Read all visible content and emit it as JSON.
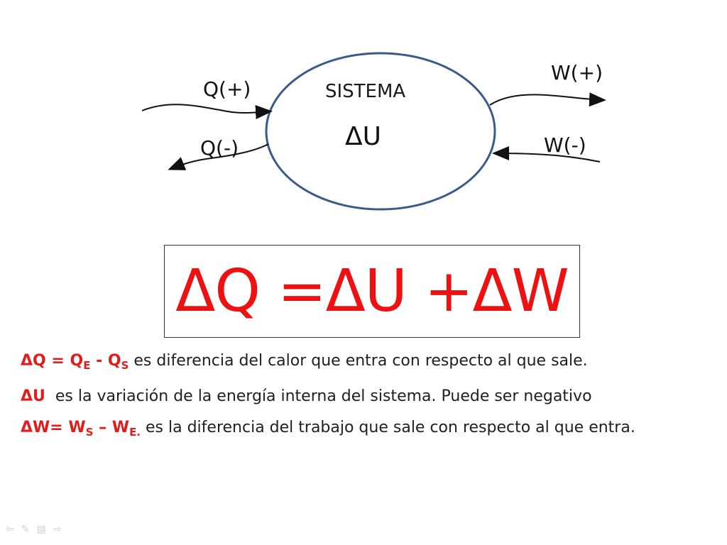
{
  "diagram": {
    "system_label": "SISTEMA",
    "internal_energy_label": "ΔU",
    "q_in_label": "Q(+)",
    "q_out_label": "Q(-)",
    "w_out_label": "W(+)",
    "w_in_label": "W(-)"
  },
  "equation": {
    "text": "ΔQ =ΔU +ΔW"
  },
  "definitions": {
    "dq": {
      "lhs": "ΔQ = Q",
      "sub1": "E",
      "mid": " - Q",
      "sub2": "S",
      "text": " es diferencia del calor que entra con respecto al que sale."
    },
    "du": {
      "lhs": "ΔU",
      "text": "  es la variación de la energía interna del sistema. Puede ser negativo"
    },
    "dw": {
      "lhs": "ΔW= W",
      "sub1": "S",
      "mid": " – W",
      "sub2": "E.",
      "text": " es la diferencia del trabajo que sale con respecto al que entra."
    }
  },
  "colors": {
    "accent_red": "#ee1111",
    "circle_stroke": "#3a5a8c"
  },
  "nav": {
    "icons": [
      "arrow-left-icon",
      "pen-icon",
      "menu-icon",
      "arrow-right-icon"
    ],
    "glyphs": [
      "⇦",
      "✎",
      "▤",
      "⇨"
    ]
  }
}
